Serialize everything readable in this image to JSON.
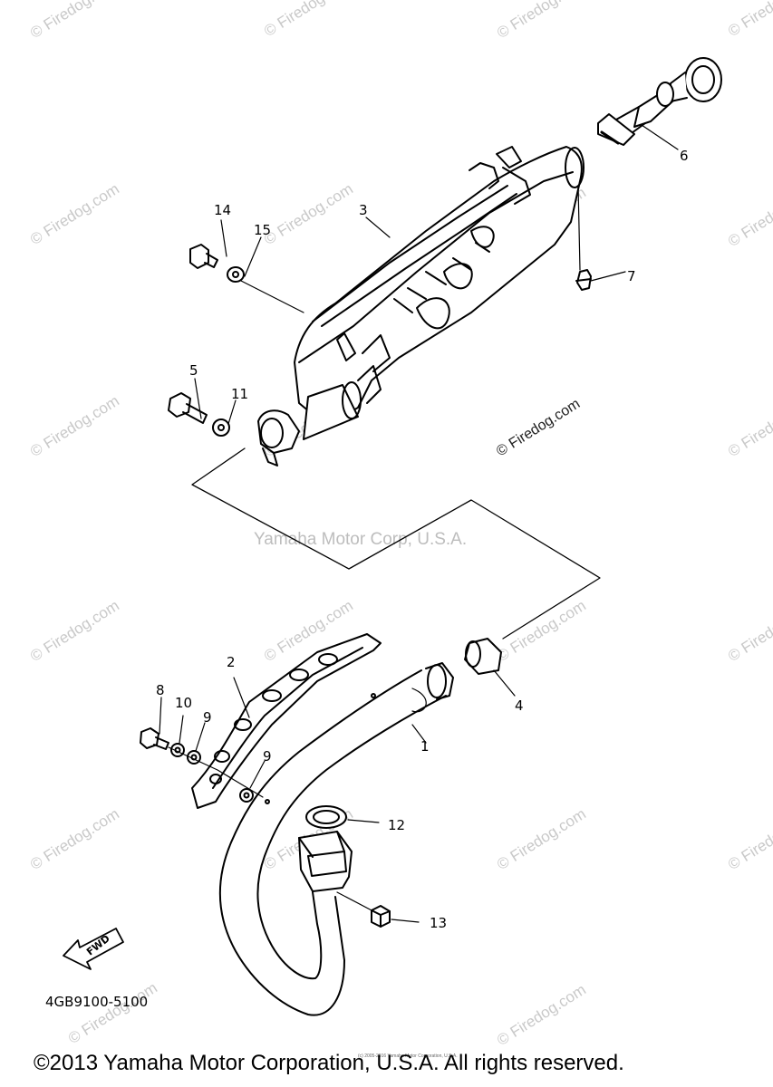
{
  "watermark": {
    "text": "© Firedog.com",
    "center_text": "Yamaha Motor Corp, U.S.A.",
    "color": "#c9c9c9"
  },
  "diagram": {
    "part_number": "4GB9100-5100",
    "fwd_label": "FWD",
    "callouts": [
      {
        "id": "1",
        "label": "1"
      },
      {
        "id": "2",
        "label": "2"
      },
      {
        "id": "3",
        "label": "3"
      },
      {
        "id": "4",
        "label": "4"
      },
      {
        "id": "5",
        "label": "5"
      },
      {
        "id": "6",
        "label": "6"
      },
      {
        "id": "7",
        "label": "7"
      },
      {
        "id": "8",
        "label": "8"
      },
      {
        "id": "9a",
        "label": "9"
      },
      {
        "id": "9b",
        "label": "9"
      },
      {
        "id": "10",
        "label": "10"
      },
      {
        "id": "11",
        "label": "11"
      },
      {
        "id": "12",
        "label": "12"
      },
      {
        "id": "13",
        "label": "13"
      },
      {
        "id": "14",
        "label": "14"
      },
      {
        "id": "15",
        "label": "15"
      }
    ],
    "fine_print": "(c) 2005-2016 Yamaha Motor Corporation, U.S.A."
  },
  "footer": {
    "copyright": "©2013 Yamaha Motor Corporation, U.S.A. All rights reserved."
  }
}
